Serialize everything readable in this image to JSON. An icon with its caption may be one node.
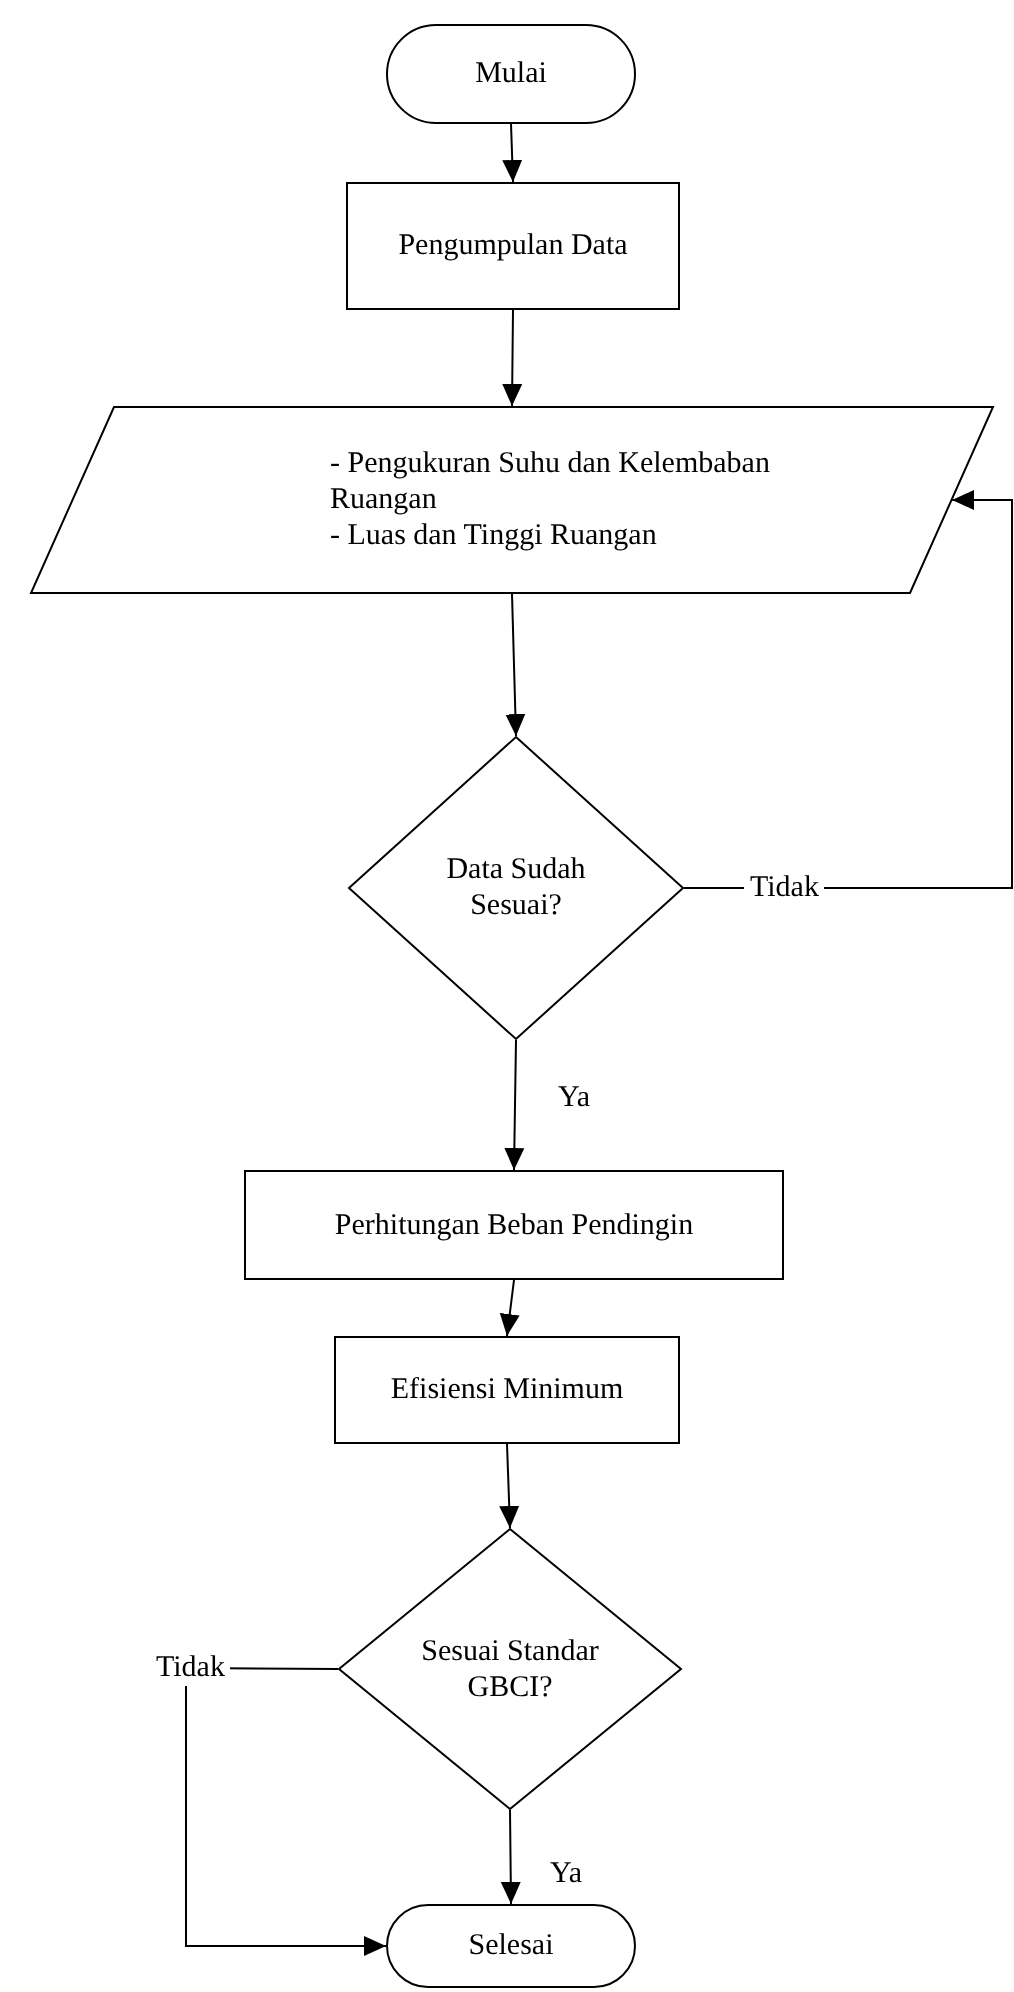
{
  "diagram": {
    "nodes": [
      {
        "text": [
          "Mulai"
        ]
      },
      {
        "text": [
          "Pengumpulan Data"
        ]
      },
      {
        "text": [
          "- Pengukuran Suhu dan Kelembaban Ruangan",
          "- Luas dan Tinggi Ruangan"
        ]
      },
      {
        "text": [
          "Data Sudah Sesuai?"
        ]
      },
      {
        "text": [
          "Perhitungan Beban Pendingin"
        ]
      },
      {
        "text": [
          "Efisiensi Minimum"
        ]
      },
      {
        "text": [
          "Sesuai Standar GBCI?"
        ]
      },
      {
        "text": [
          "Selesai"
        ]
      }
    ],
    "edges": [
      {
        "from": 0,
        "to": 1,
        "arrow": "to"
      },
      {
        "from": 1,
        "to": 2,
        "arrow": "to"
      },
      {
        "from": 2,
        "to": 3,
        "arrow": "to"
      },
      {
        "from": 3,
        "to": 2,
        "arrow": "to",
        "label": "Tidak"
      },
      {
        "from": 3,
        "to": 4,
        "arrow": "to",
        "label": "Ya"
      },
      {
        "from": 4,
        "to": 5,
        "arrow": "to"
      },
      {
        "from": 5,
        "to": 6,
        "arrow": "to"
      },
      {
        "from": 6,
        "to": 7,
        "arrow": "to",
        "label": "Ya"
      },
      {
        "from": 6,
        "to": 7,
        "arrow": "to",
        "label": "Tidak"
      }
    ]
  }
}
